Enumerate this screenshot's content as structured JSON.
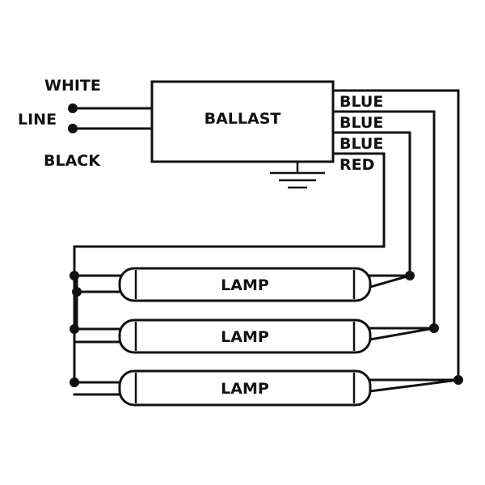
{
  "line_labels": {
    "white": "WHITE",
    "line": "LINE",
    "black": "BLACK"
  },
  "ballast": {
    "label": "BALLAST"
  },
  "wires": {
    "blue1": "BLUE",
    "blue2": "BLUE",
    "blue3": "BLUE",
    "red": "RED"
  },
  "lamps": [
    {
      "label": "LAMP"
    },
    {
      "label": "LAMP"
    },
    {
      "label": "LAMP"
    }
  ],
  "colors": {
    "ink": "#111111",
    "background": "#ffffff"
  }
}
